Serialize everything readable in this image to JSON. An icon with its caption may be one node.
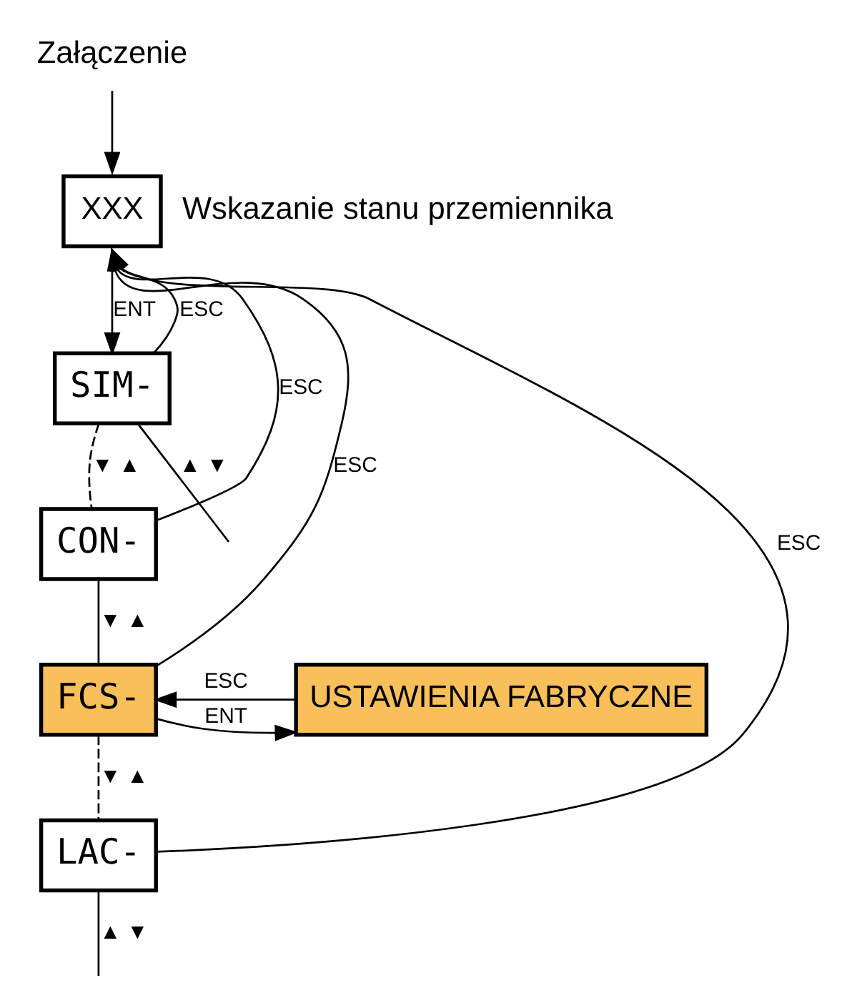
{
  "diagram": {
    "nodes": [
      {
        "text": [
          "Załączenie"
        ]
      },
      {
        "text": [
          "XXX"
        ],
        "beside": [
          "Wskazanie stanu przemiennika"
        ]
      },
      {
        "text": [
          "SIM-"
        ]
      },
      {
        "text": [
          "CON-"
        ]
      },
      {
        "text": [
          "FCS-"
        ]
      },
      {
        "text": [
          "LAC-"
        ]
      },
      {
        "text": [
          "USTAWIENIA FABRYCZNE"
        ]
      }
    ],
    "edges": [
      {
        "from": 0,
        "to": 1,
        "arrow": "to"
      },
      {
        "from": 1,
        "to": 2,
        "arrow": "to",
        "label": "ENT"
      },
      {
        "from": 2,
        "to": null,
        "arrow": "none",
        "label": "▲ ▼"
      },
      {
        "from": 2,
        "to": 3,
        "arrow": "none",
        "style": "dashed",
        "label": "▼ ▲"
      },
      {
        "from": 3,
        "to": 4,
        "arrow": "none",
        "label": "▼ ▲"
      },
      {
        "from": 4,
        "to": 5,
        "arrow": "none",
        "style": "dashed",
        "label": "▼ ▲"
      },
      {
        "from": 5,
        "to": null,
        "arrow": "none",
        "label": "▲ ▼"
      },
      {
        "from": 4,
        "to": 6,
        "arrow": "to",
        "label": "ENT"
      },
      {
        "from": 6,
        "to": 4,
        "arrow": "to",
        "label": "ESC"
      },
      {
        "from": 2,
        "to": 1,
        "arrow": "to",
        "label": "ESC"
      },
      {
        "from": 3,
        "to": 1,
        "arrow": "to",
        "label": "ESC"
      },
      {
        "from": 4,
        "to": 1,
        "arrow": "to",
        "label": "ESC"
      },
      {
        "from": 5,
        "to": 1,
        "arrow": "to",
        "label": "ESC"
      }
    ]
  }
}
